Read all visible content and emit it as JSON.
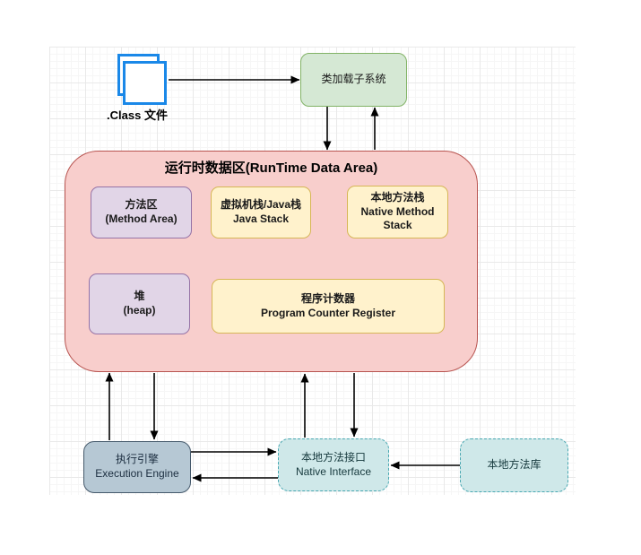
{
  "nodes": {
    "class_file": {
      "label": ".Class 文件",
      "icon": "class-file-icon"
    },
    "class_loader": {
      "label": "类加载子系统"
    },
    "runtime_data_area": {
      "title": "运行时数据区(RunTime Data Area)"
    },
    "method_area": {
      "line1": "方法区",
      "line2": "(Method Area)"
    },
    "java_stack": {
      "line1": "虚拟机栈/Java栈",
      "line2": "Java Stack"
    },
    "native_method_stack": {
      "line1": "本地方法栈",
      "line2": "Native Method Stack"
    },
    "heap": {
      "line1": "堆",
      "line2": "(heap)"
    },
    "pc_register": {
      "line1": "程序计数器",
      "line2": "Program Counter Register"
    },
    "execution_engine": {
      "line1": "执行引擎",
      "line2": "Execution Engine"
    },
    "native_interface": {
      "line1": "本地方法接口",
      "line2": "Native Interface"
    },
    "native_library": {
      "label": "本地方法库"
    }
  },
  "edges": [
    {
      "from": "class_file",
      "to": "class_loader"
    },
    {
      "from": "class_loader",
      "to": "runtime_data_area"
    },
    {
      "from": "runtime_data_area",
      "to": "class_loader"
    },
    {
      "from": "execution_engine",
      "to": "runtime_data_area"
    },
    {
      "from": "runtime_data_area",
      "to": "execution_engine"
    },
    {
      "from": "native_interface",
      "to": "runtime_data_area"
    },
    {
      "from": "runtime_data_area",
      "to": "native_interface"
    },
    {
      "from": "execution_engine",
      "to": "native_interface"
    },
    {
      "from": "native_interface",
      "to": "execution_engine"
    },
    {
      "from": "native_library",
      "to": "native_interface"
    }
  ],
  "colors": {
    "green_fill": "#d5e8d4",
    "green_stroke": "#82b366",
    "red_fill": "#f8cecc",
    "red_stroke": "#b85450",
    "purple_fill": "#e1d5e7",
    "purple_stroke": "#9673a6",
    "yellow_fill": "#fff2cc",
    "yellow_stroke": "#d6b656",
    "bluegray_fill": "#b6c8d4",
    "bluegray_stroke": "#45596b",
    "cyan_fill": "#cfe8e9",
    "cyan_stroke": "#4aa8b2",
    "icon_blue": "#1a88e8",
    "arrow": "#000000"
  }
}
